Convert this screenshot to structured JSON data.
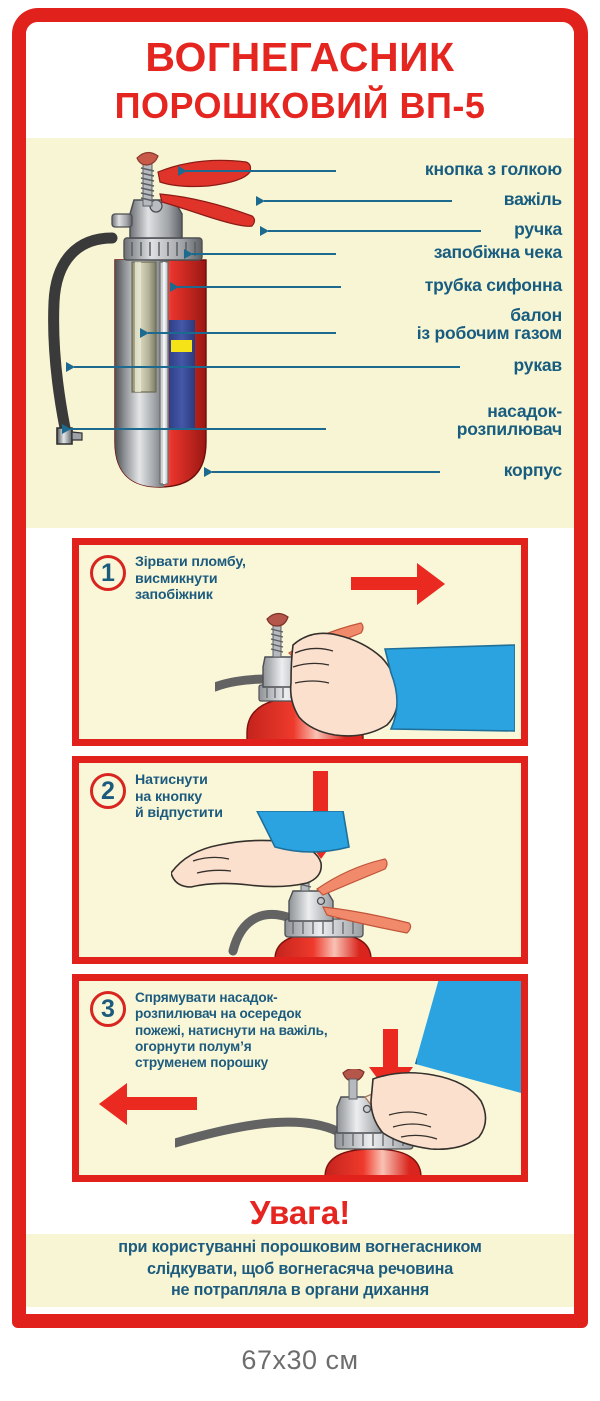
{
  "poster": {
    "title_line1": "ВОГНЕГАСНИК",
    "title_line2": "ПОРОШКОВИЙ ВП-5",
    "accent_red": "#e52620",
    "label_blue": "#185d80",
    "panel_cream": "#f7f5d4"
  },
  "diagram": {
    "labels": [
      {
        "text": "кнопка з голкою"
      },
      {
        "text": "важіль"
      },
      {
        "text": "ручка"
      },
      {
        "text": "запобіжна чека"
      },
      {
        "text": "трубка сифонна"
      },
      {
        "text": "балон\nіз робочим газом"
      },
      {
        "text": "рукав"
      },
      {
        "text": "насадок-\nрозпилювач"
      },
      {
        "text": "корпус"
      }
    ]
  },
  "steps": [
    {
      "number": "1",
      "text": "Зірвати пломбу,\nвисмикнути\nзапобіжник",
      "arrow": "right"
    },
    {
      "number": "2",
      "text": "Натиснути\nна кнопку\nй відпустити",
      "arrow": "down"
    },
    {
      "number": "3",
      "text": "Спрямувати насадок-\nрозпилювач на осередок\nпожежі, натиснути на важіль,\nогорнути полум’я\nструменем порошку",
      "arrow": "left"
    }
  ],
  "warning": {
    "title": "Увага!",
    "body": "при користуванні порошковим вогнегасником\nслідкувати, щоб вогнегасяча речовина\nне потрапляла в органи дихання"
  },
  "caption": {
    "size": "67x30 см"
  }
}
